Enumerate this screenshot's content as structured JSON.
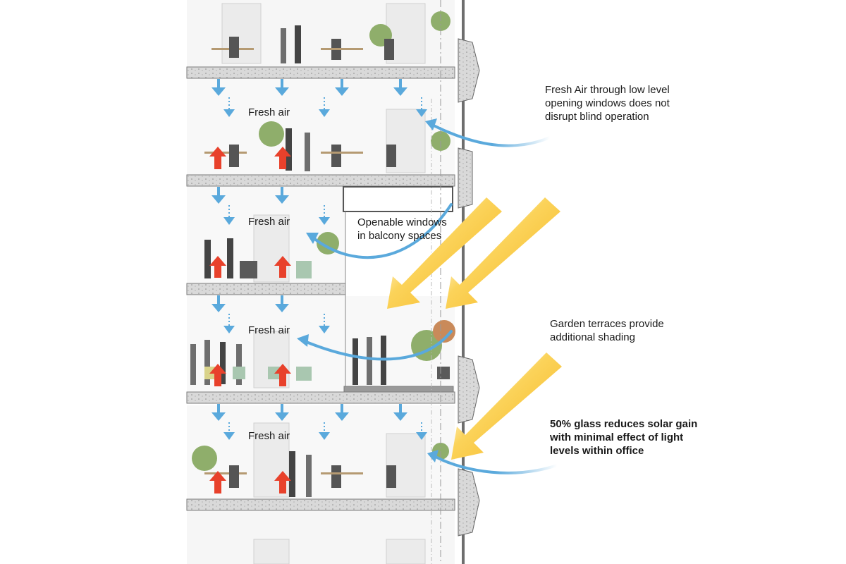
{
  "floor_label": "Fresh air",
  "callouts": {
    "fresh_air_windows": [
      "Fresh Air through low level",
      "opening windows does not",
      "disrupt blind operation"
    ],
    "openable_windows": [
      "Openable windows",
      "in balcony spaces"
    ],
    "garden_terraces": [
      "Garden terraces provide",
      "additional shading"
    ],
    "glass_ratio": [
      "50% glass reduces solar gain",
      "with minimal effect of light",
      "levels within office"
    ]
  },
  "colors": {
    "fresh_air_arrow": "#5aa9dc",
    "warm_air_arrow": "#e8412b",
    "sun_arrow": "#f7b21a",
    "slab": "#cfcfcf",
    "facade": "#9c9c9c"
  },
  "icons": [
    "down-arrow-icon",
    "up-arrow-icon",
    "sun-ray-arrow-icon",
    "curved-air-arrow-icon"
  ]
}
